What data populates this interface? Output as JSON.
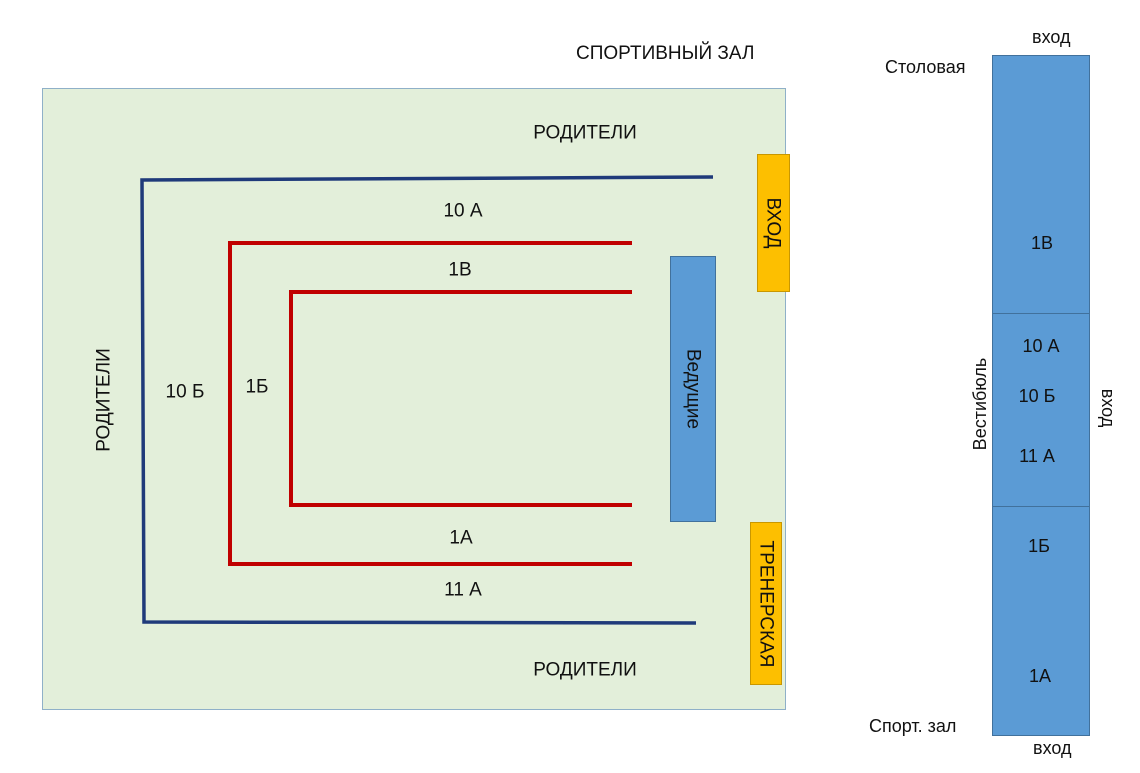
{
  "gym": {
    "title": "СПОРТИВНЫЙ ЗАЛ",
    "parents_top": "РОДИТЕЛИ",
    "parents_left": "РОДИТЕЛИ",
    "parents_bottom": "РОДИТЕЛИ",
    "entrance": "ВХОД",
    "coach_room": "ТРЕНЕРСКАЯ",
    "hosts": "Ведущие",
    "colors": {
      "floor": "#e3efda",
      "outer_line": "#1f3a7a",
      "inner_line": "#c00000",
      "orange_box": "#fdbf00",
      "blue_box": "#5b9bd5"
    },
    "rows": {
      "outer_top": "10 А",
      "outer_left": "10 Б",
      "outer_bottom": "11 А",
      "middle_top": "1В",
      "middle_left": "1Б",
      "middle_bottom": "1А"
    }
  },
  "corridor": {
    "canteen": "Столовая",
    "entrance_top": "вход",
    "entrance_bottom": "вход",
    "entrance_right": "вход",
    "vestibule": "Вестибюль",
    "sport_hall": "Спорт. зал",
    "classes": {
      "c1": "1В",
      "c2": "10 А",
      "c3": "10 Б",
      "c4": "11 А",
      "c5": "1Б",
      "c6": "1А"
    }
  }
}
